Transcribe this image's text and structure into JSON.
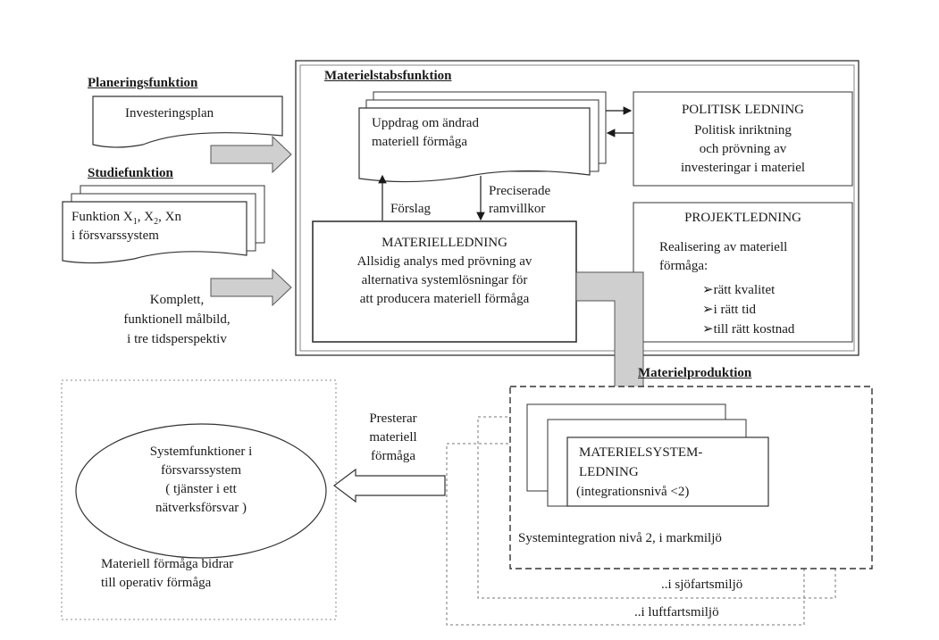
{
  "planning": {
    "heading": "Planeringsfunktion",
    "doc": "Investeringsplan"
  },
  "study": {
    "heading": "Studiefunktion",
    "doc_line1": "Funktion X",
    "doc_sub1": "1",
    "doc_sep": ", X",
    "doc_sub2": "2",
    "doc_end": ", Xn",
    "doc_line2": "i försvarssystem",
    "note_line1": "Komplett,",
    "note_line2": "funktionell målbild,",
    "note_line3": "i tre tidsperspektiv"
  },
  "materielstab": {
    "heading": "Materielstabsfunktion",
    "uppdrag_line1": "Uppdrag om ändrad",
    "uppdrag_line2": "materiell förmåga",
    "forslag": "Förslag",
    "preciserade_line1": "Preciserade",
    "preciserade_line2": "ramvillkor",
    "ledning_title": "MATERIELLEDNING",
    "ledning_line1": "Allsidig analys med prövning av",
    "ledning_line2": "alternativa systemlösningar för",
    "ledning_line3": "att producera materiell förmåga",
    "politisk_title": "POLITISK LEDNING",
    "politisk_line1": "Politisk inriktning",
    "politisk_line2": "och prövning av",
    "politisk_line3": "investeringar i materiel",
    "projekt_title": "PROJEKTLEDNING",
    "projekt_line1": "Realisering av materiell",
    "projekt_line2": "förmåga:",
    "projekt_bullets": [
      "➢rätt kvalitet",
      "➢i rätt tid",
      "➢till rätt kostnad"
    ]
  },
  "materielproduktion": {
    "heading": "Materielproduktion",
    "system_line1": "MATERIELSYSTEM-",
    "system_line2": "LEDNING",
    "system_line3": "(integrationsnivå <2)",
    "mark": "Systemintegration nivå 2, i markmiljö",
    "sjo": "..i sjöfartsmiljö",
    "luft": "..i luftfartsmiljö"
  },
  "output": {
    "levererar_line1": "Presterar",
    "levererar_line2": "materiell",
    "levererar_line3": "förmåga",
    "ellipse_line1": "Systemfunktioner i",
    "ellipse_line2": "försvarssystem",
    "ellipse_line3": "( tjänster i ett",
    "ellipse_line4": "nätverksförsvar )",
    "bidrar_line1": "Materiell förmåga bidrar",
    "bidrar_line2": "till operativ förmåga"
  }
}
